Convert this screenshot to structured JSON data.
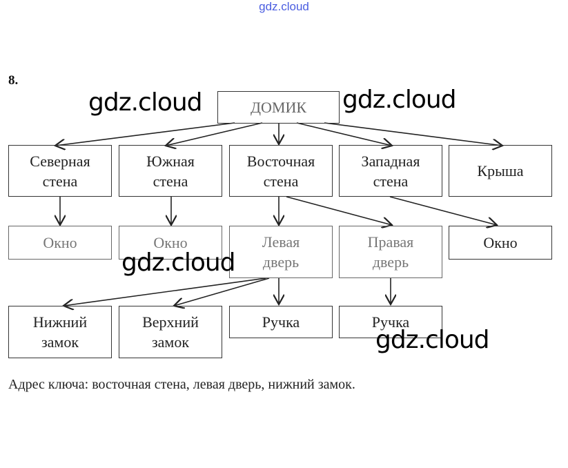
{
  "watermark_top": "gdz.cloud",
  "watermark": "gdz.cloud",
  "task_number": "8.",
  "root": "ДОМИК",
  "level1": [
    "Северная\nстена",
    "Южная\nстена",
    "Восточная\nстена",
    "Западная\nстена",
    "Крыша"
  ],
  "level2": [
    "Окно",
    "Окно",
    "Левая\nдверь",
    "Правая\nдверь",
    "Окно"
  ],
  "level3": [
    "Нижний\nзамок",
    "Верхний\nзамок",
    "Ручка",
    "Ручка"
  ],
  "caption": "Адрес ключа: восточная стена, левая дверь, нижний замок."
}
